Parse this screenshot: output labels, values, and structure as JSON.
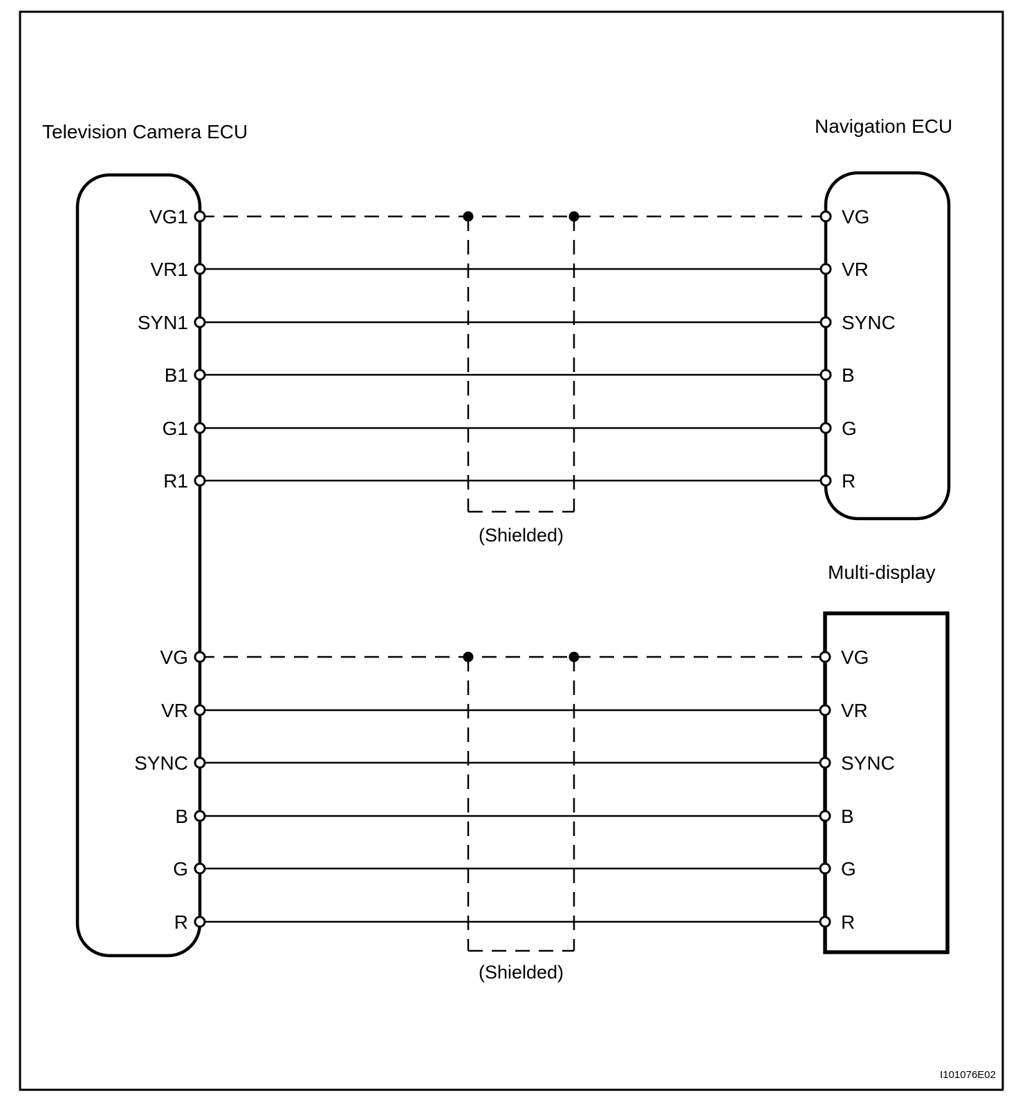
{
  "figure": {
    "id_code": "I101076E02",
    "background_color": "#ffffff",
    "line_color": "#000000"
  },
  "units": {
    "tv_camera_ecu": {
      "label": "Television Camera ECU"
    },
    "navigation_ecu": {
      "label": "Navigation ECU"
    },
    "multi_display": {
      "label": "Multi-display"
    }
  },
  "sections": [
    {
      "left_unit": "Television Camera ECU",
      "right_unit": "Navigation ECU",
      "shield_label": "(Shielded)",
      "wires": [
        {
          "left_pin": "VG1",
          "right_pin": "VG",
          "style": "dashed",
          "shielded": true
        },
        {
          "left_pin": "VR1",
          "right_pin": "VR",
          "style": "solid",
          "shielded": false
        },
        {
          "left_pin": "SYN1",
          "right_pin": "SYNC",
          "style": "solid",
          "shielded": false
        },
        {
          "left_pin": "B1",
          "right_pin": "B",
          "style": "solid",
          "shielded": false
        },
        {
          "left_pin": "G1",
          "right_pin": "G",
          "style": "solid",
          "shielded": false
        },
        {
          "left_pin": "R1",
          "right_pin": "R",
          "style": "solid",
          "shielded": false
        }
      ]
    },
    {
      "left_unit": "Television Camera ECU",
      "right_unit": "Multi-display",
      "shield_label": "(Shielded)",
      "wires": [
        {
          "left_pin": "VG",
          "right_pin": "VG",
          "style": "dashed",
          "shielded": true
        },
        {
          "left_pin": "VR",
          "right_pin": "VR",
          "style": "solid",
          "shielded": false
        },
        {
          "left_pin": "SYNC",
          "right_pin": "SYNC",
          "style": "solid",
          "shielded": false
        },
        {
          "left_pin": "B",
          "right_pin": "B",
          "style": "solid",
          "shielded": false
        },
        {
          "left_pin": "G",
          "right_pin": "G",
          "style": "solid",
          "shielded": false
        },
        {
          "left_pin": "R",
          "right_pin": "R",
          "style": "solid",
          "shielded": false
        }
      ]
    }
  ]
}
